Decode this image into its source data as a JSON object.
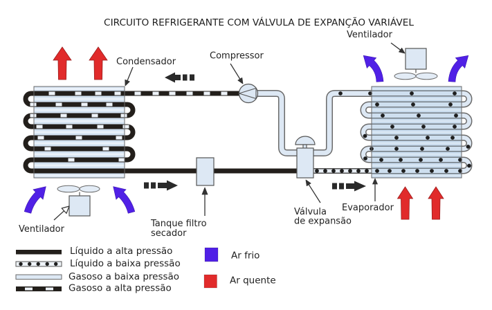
{
  "title": "CIRCUITO REFRIGERANTE COM VÁLVULA DE EXPANÇÃO VARIÁVEL",
  "components": {
    "condenser": {
      "label": "Condensador"
    },
    "compressor": {
      "label": "Compressor"
    },
    "evaporator_fan": {
      "label": "Ventilador"
    },
    "condenser_fan": {
      "label": "Ventilador"
    },
    "filter_drier_tank": {
      "label_lines": [
        "Tanque filtro",
        "secador"
      ]
    },
    "expansion_valve": {
      "label_lines": [
        "Válvula",
        "de expansão"
      ]
    },
    "evaporator": {
      "label": "Evaporador"
    }
  },
  "legend": {
    "refrigerant_states": [
      {
        "id": "liquid-high-pressure",
        "label": "Líquido a alta pressão"
      },
      {
        "id": "liquid-low-pressure",
        "label": "Líquido a baixa pressão"
      },
      {
        "id": "gas-low-pressure",
        "label": "Gasoso a baixa pressão"
      },
      {
        "id": "gas-high-pressure",
        "label": "Gasoso a alta pressão"
      }
    ],
    "air": [
      {
        "id": "cold-air",
        "label": "Ar frio",
        "color": "#5020e6"
      },
      {
        "id": "hot-air",
        "label": "Ar quente",
        "color": "#e12b2b"
      }
    ]
  },
  "colors": {
    "high_pressure_tube": "#231f1b",
    "gas_marker": "#eef3f9",
    "low_pressure_pipe": "#dde8f4",
    "pipe_outline": "#6a6a6a",
    "refrigerant_dot": "#1e1e1e"
  }
}
